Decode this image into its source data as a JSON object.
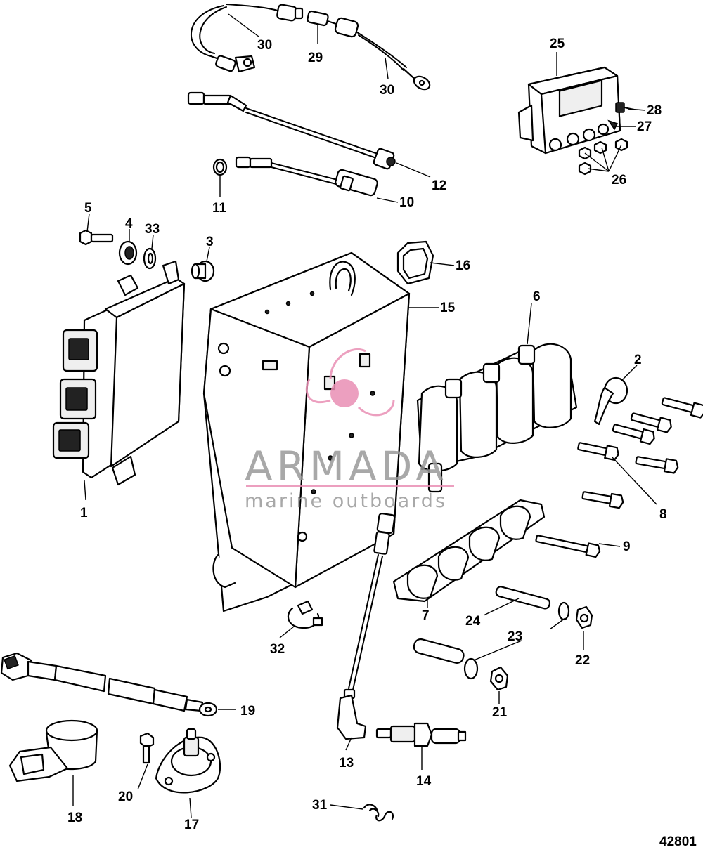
{
  "diagram": {
    "reference_number": "42801",
    "watermark": {
      "brand": "ARMADA",
      "tagline": "marine outboards",
      "accent_color": "#e98fb4",
      "text_color": "#9a9a9a"
    },
    "callouts": [
      "1",
      "2",
      "3",
      "4",
      "5",
      "6",
      "7",
      "8",
      "9",
      "10",
      "11",
      "12",
      "13",
      "14",
      "15",
      "16",
      "17",
      "18",
      "19",
      "20",
      "21",
      "22",
      "23",
      "24",
      "25",
      "26",
      "27",
      "28",
      "29",
      "30",
      "30",
      "31",
      "32",
      "33"
    ]
  }
}
